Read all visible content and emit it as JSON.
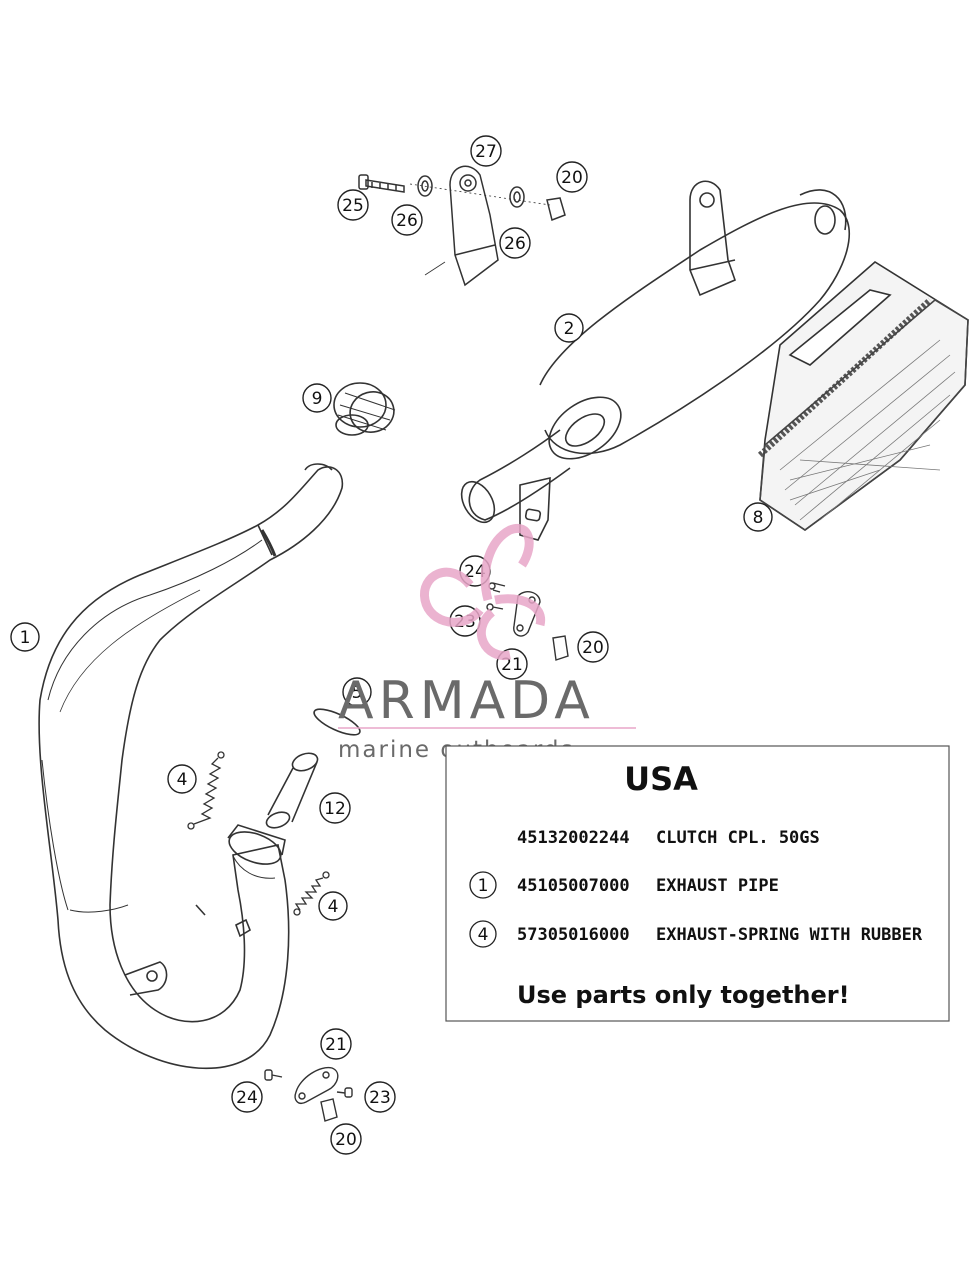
{
  "callouts": {
    "c1": "1",
    "c2": "2",
    "c4a": "4",
    "c4b": "4",
    "c5": "5",
    "c8": "8",
    "c9": "9",
    "c12": "12",
    "c20a": "20",
    "c20b": "20",
    "c20c": "20",
    "c21a": "21",
    "c21b": "21",
    "c23a": "23",
    "c23b": "23",
    "c24a": "24",
    "c24b": "24",
    "c25": "25",
    "c26a": "26",
    "c26b": "26",
    "c27": "27"
  },
  "watermark": {
    "title": "ARMADA",
    "subtitle": "marine outboards",
    "accent_color": "#e8a6c8"
  },
  "usa_box": {
    "title": "USA",
    "rows": [
      {
        "ref": "",
        "part_no": "45132002244",
        "desc": "CLUTCH CPL. 50GS"
      },
      {
        "ref": "1",
        "part_no": "45105007000",
        "desc": "EXHAUST PIPE"
      },
      {
        "ref": "4",
        "part_no": "57305016000",
        "desc": "EXHAUST-SPRING WITH RUBBER"
      }
    ],
    "note": "Use parts only together!"
  }
}
